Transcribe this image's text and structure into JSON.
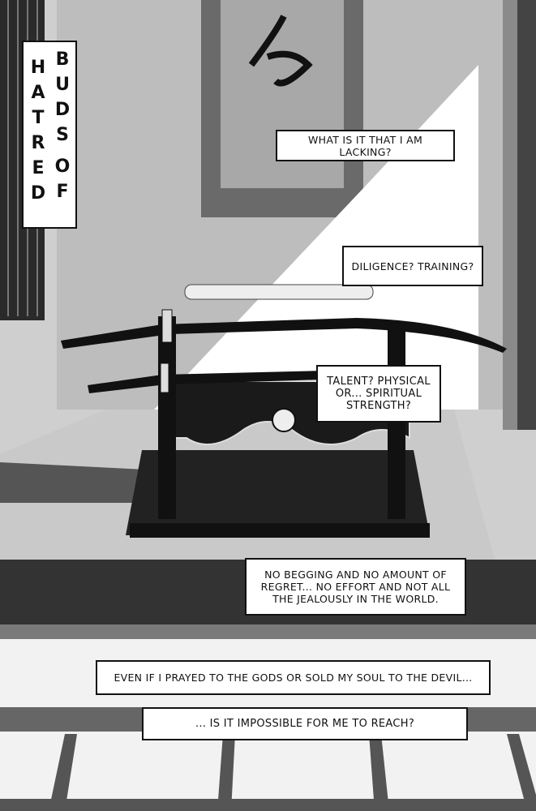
{
  "title": {
    "column_right": [
      "B",
      "U",
      "D",
      "S",
      "O",
      "F"
    ],
    "column_left": [
      "H",
      "A",
      "T",
      "R",
      "E",
      "D"
    ],
    "full_text": "BUDS OF HATRED"
  },
  "captions": [
    "WHAT IS IT THAT I AM LACKING?",
    "DILIGENCE? TRAINING?",
    "TALENT? PHYSICAL OR... SPIRITUAL STRENGTH?",
    "NO BEGGING AND NO AMOUNT OF REGRET... NO EFFORT AND NOT ALL THE JEALOUSLY IN THE WORLD.",
    "EVEN IF I PRAYED TO THE GODS OR SOLD MY SOUL TO THE DEVIL...",
    "... IS IT IMPOSSIBLE FOR ME TO REACH?"
  ]
}
